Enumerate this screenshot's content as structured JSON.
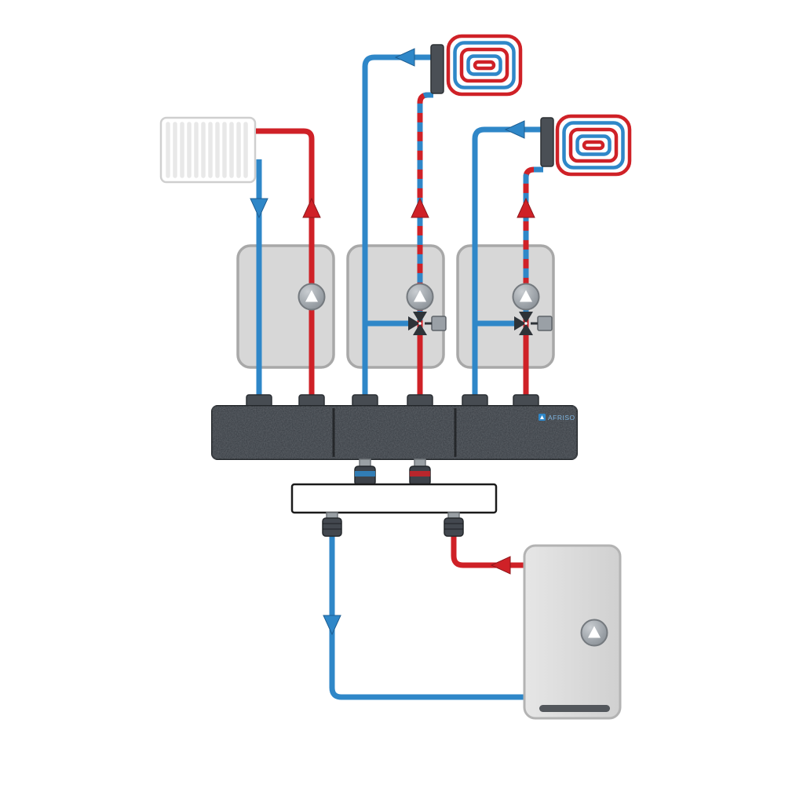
{
  "diagram": {
    "type": "heating-system-hydraulic-schematic",
    "background": "#ffffff",
    "brand": {
      "label": "AFRISO"
    },
    "colors": {
      "supply": "#cf2127",
      "return": "#2f87c8",
      "station_fill": "#d7d7d7",
      "station_border": "#a8a8a8",
      "manifold_body": "#363b41",
      "manifold_cap": "#474c52",
      "separator_fill": "#ffffff",
      "separator_border": "#1a1a1a",
      "boiler_border": "#b3b3b3",
      "valve": "#2e3338",
      "plate": "#4a4f55"
    },
    "color_coding": {
      "supply_pipe": "red",
      "return_pipe": "blue",
      "mixed_circuit_pipe": "red-blue-dashed"
    },
    "components": [
      {
        "name": "radiator",
        "kind": "heat-emitter"
      },
      {
        "name": "underfloor-heating-coil-1",
        "kind": "heat-emitter"
      },
      {
        "name": "underfloor-heating-coil-2",
        "kind": "heat-emitter"
      },
      {
        "name": "pump-station-direct",
        "kind": "pump-group"
      },
      {
        "name": "pump-station-mixed-1",
        "kind": "pump-group-with-mixing-valve"
      },
      {
        "name": "pump-station-mixed-2",
        "kind": "pump-group-with-mixing-valve"
      },
      {
        "name": "heating-manifold",
        "kind": "insulated-distributor"
      },
      {
        "name": "hydraulic-separator",
        "kind": "separator"
      },
      {
        "name": "heat-source",
        "kind": "boiler-with-pump"
      }
    ]
  }
}
